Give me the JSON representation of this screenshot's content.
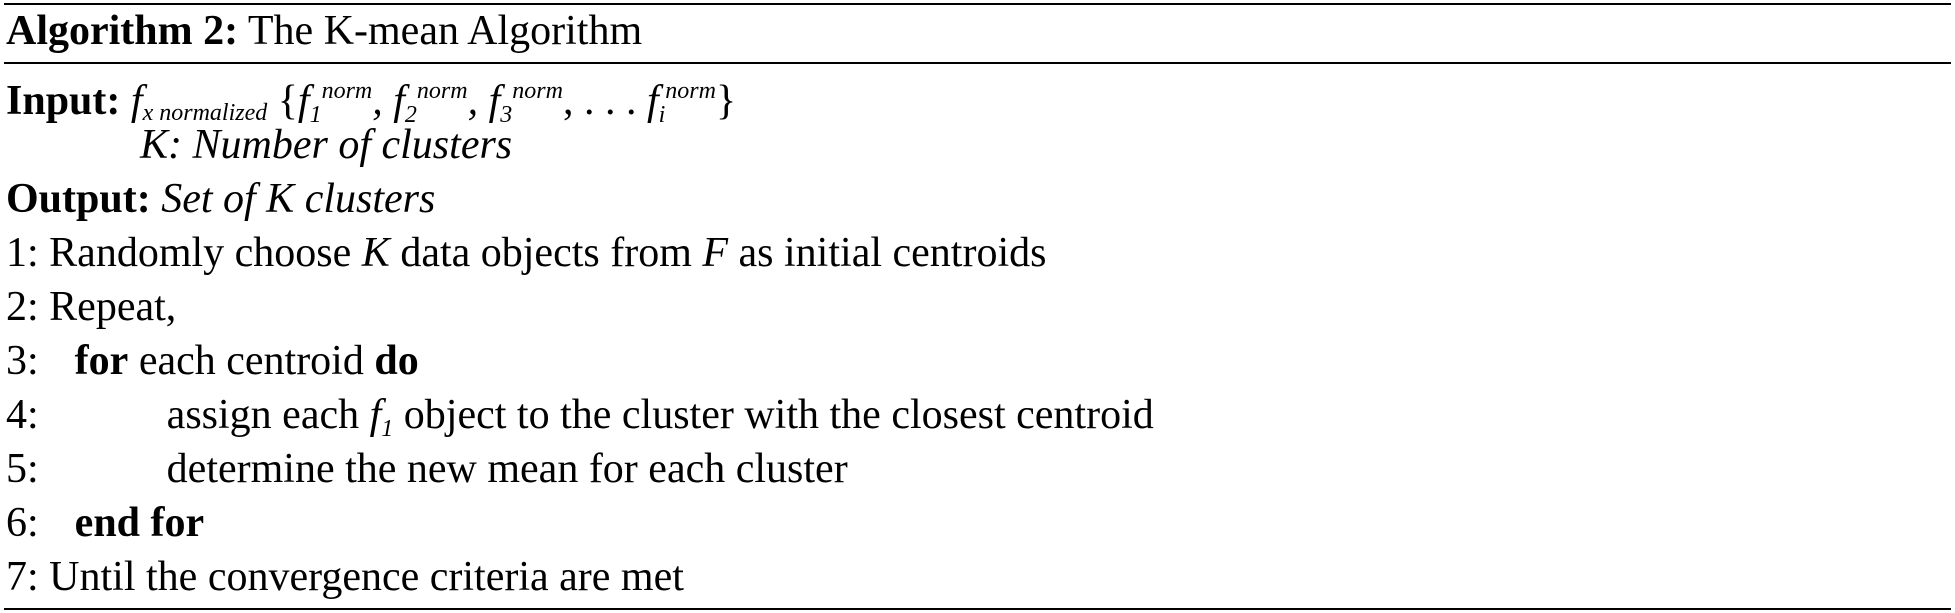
{
  "algorithm": {
    "title_label": "Algorithm 2:",
    "title_text": "The K-mean Algorithm"
  },
  "input": {
    "label": "Input:",
    "f": "f",
    "f_sub": "x normalized",
    "set_open": "{",
    "items": [
      {
        "f": "f",
        "sub": "1",
        "sup": "norm",
        "sep": ", "
      },
      {
        "f": "f",
        "sub": "2",
        "sup": "norm",
        "sep": ", "
      },
      {
        "f": "f",
        "sub": "3",
        "sup": "norm",
        "sep": ",  . . . "
      },
      {
        "f": "f",
        "sub": "i",
        "sup": "norm",
        "sep": ""
      }
    ],
    "set_close": "}",
    "k_line": "K: Number of clusters"
  },
  "output": {
    "label": "Output:",
    "text": "Set of  K clusters"
  },
  "steps": {
    "s1": {
      "num": "1:",
      "pre": " Randomly choose ",
      "k": "K",
      "mid": " data objects from ",
      "f": "F",
      "post": " as initial centroids"
    },
    "s2": {
      "num": "2:",
      "text": " Repeat,"
    },
    "s3": {
      "num": "3:",
      "kw1": "for",
      "text": " each centroid ",
      "kw2": "do"
    },
    "s4": {
      "num": "4:",
      "pre": "assign each ",
      "f": "f",
      "f_sub": "1",
      "post": " object to the cluster with the closest centroid"
    },
    "s5": {
      "num": "5:",
      "text": "determine the new mean for each cluster"
    },
    "s6": {
      "num": "6:",
      "kw": "end for"
    },
    "s7": {
      "num": "7:",
      "text": " Until the convergence criteria are met"
    }
  }
}
